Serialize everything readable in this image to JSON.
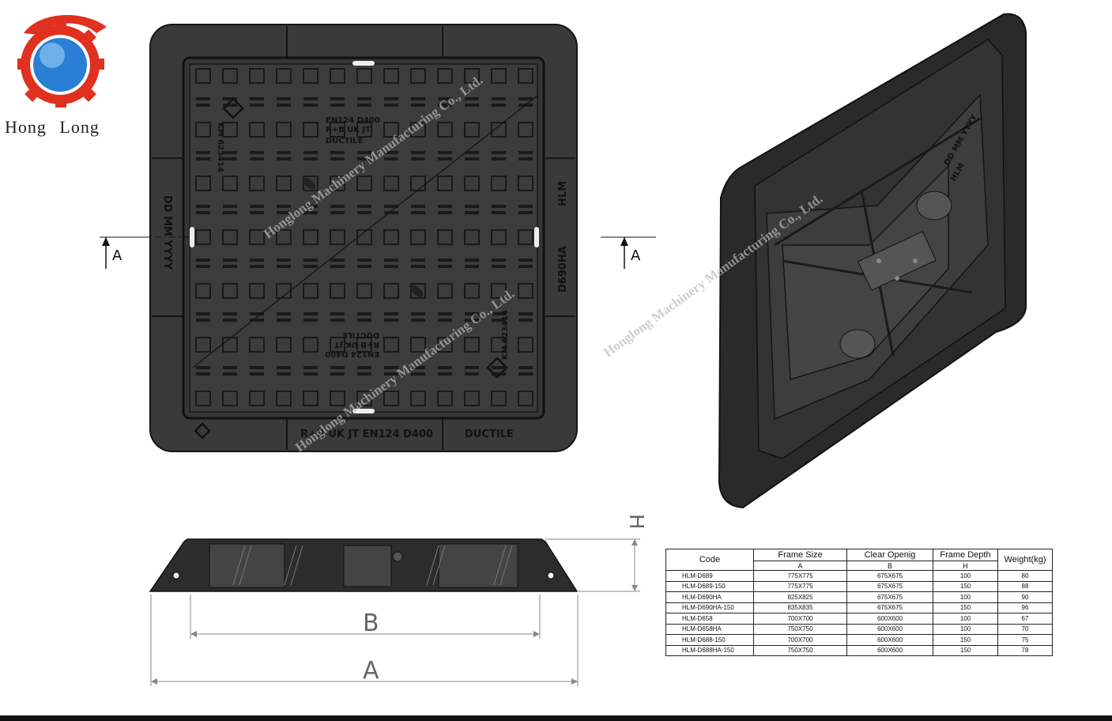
{
  "brand": {
    "name": "Hong  Long"
  },
  "section_label": "A",
  "cover_text": {
    "top": [
      "EN124 D400",
      "R+B UK JT",
      "DUCTILE"
    ],
    "km_number": "KM 623414",
    "left_edge": "DD MM YYYY",
    "right_edge_top": "HLM",
    "right_edge_model": "D690HA",
    "bottom_frame_left": "R+B UK JT EN124 D400",
    "bottom_frame_right": "DUCTILE"
  },
  "dimensions": {
    "a": "A",
    "b": "B",
    "h": "H"
  },
  "watermark": "Honglong Machinery Manufacturing Co., Ltd.",
  "iso_text": {
    "a": "DD MM YYYY",
    "b": "HLM"
  },
  "table": {
    "headers": [
      {
        "label": "Code",
        "sub": ""
      },
      {
        "label": "Frame Size",
        "sub": "A"
      },
      {
        "label": "Clear Openig",
        "sub": "B"
      },
      {
        "label": "Frame Depth",
        "sub": "H"
      },
      {
        "label": "Weight(kg)",
        "sub": ""
      }
    ],
    "rows": [
      [
        "HLM-D689",
        "775X775",
        "675X675",
        "100",
        "80"
      ],
      [
        "HLM-D689-150",
        "775X775",
        "675X675",
        "150",
        "88"
      ],
      [
        "HLM-D690HA",
        "825X825",
        "675X675",
        "100",
        "90"
      ],
      [
        "HLM-D690HA-150",
        "835X835",
        "675X675",
        "150",
        "96"
      ],
      [
        "HLM-D658",
        "700X700",
        "600X600",
        "100",
        "67"
      ],
      [
        "HLM-D658HA",
        "750X750",
        "600X600",
        "100",
        "70"
      ],
      [
        "HLM-D688-150",
        "700X700",
        "600X600",
        "150",
        "75"
      ],
      [
        "HLM-D688HA-150",
        "750X750",
        "600X600",
        "150",
        "78"
      ]
    ]
  },
  "colors": {
    "iron": "#3a3a3a",
    "iron_dark": "#1f1f1f",
    "logo_red": "#e03020",
    "logo_blue": "#2a7fd4"
  }
}
